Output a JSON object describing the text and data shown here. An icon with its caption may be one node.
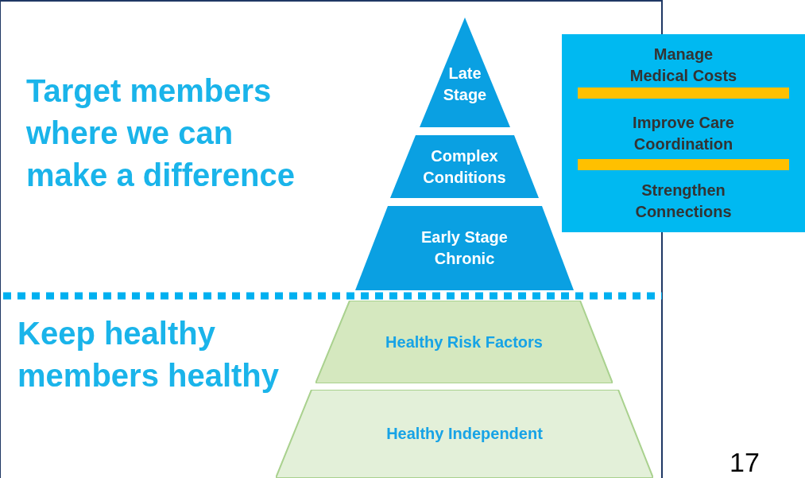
{
  "diagram": {
    "nodes": [
      {
        "text": [
          "Late Stage"
        ]
      },
      {
        "text": [
          "Complex Conditions"
        ]
      },
      {
        "text": [
          "Early Stage Chronic"
        ]
      },
      {
        "text": [
          "Healthy Risk Factors"
        ]
      },
      {
        "text": [
          "Healthy Independent"
        ]
      },
      {
        "text": [
          "Manage Medical Costs",
          "Improve Care Coordination",
          "Strengthen Connections"
        ]
      }
    ],
    "edges": [],
    "labels": [
      "Target members where we can make a difference",
      "Keep healthy members healthy",
      "17"
    ]
  }
}
